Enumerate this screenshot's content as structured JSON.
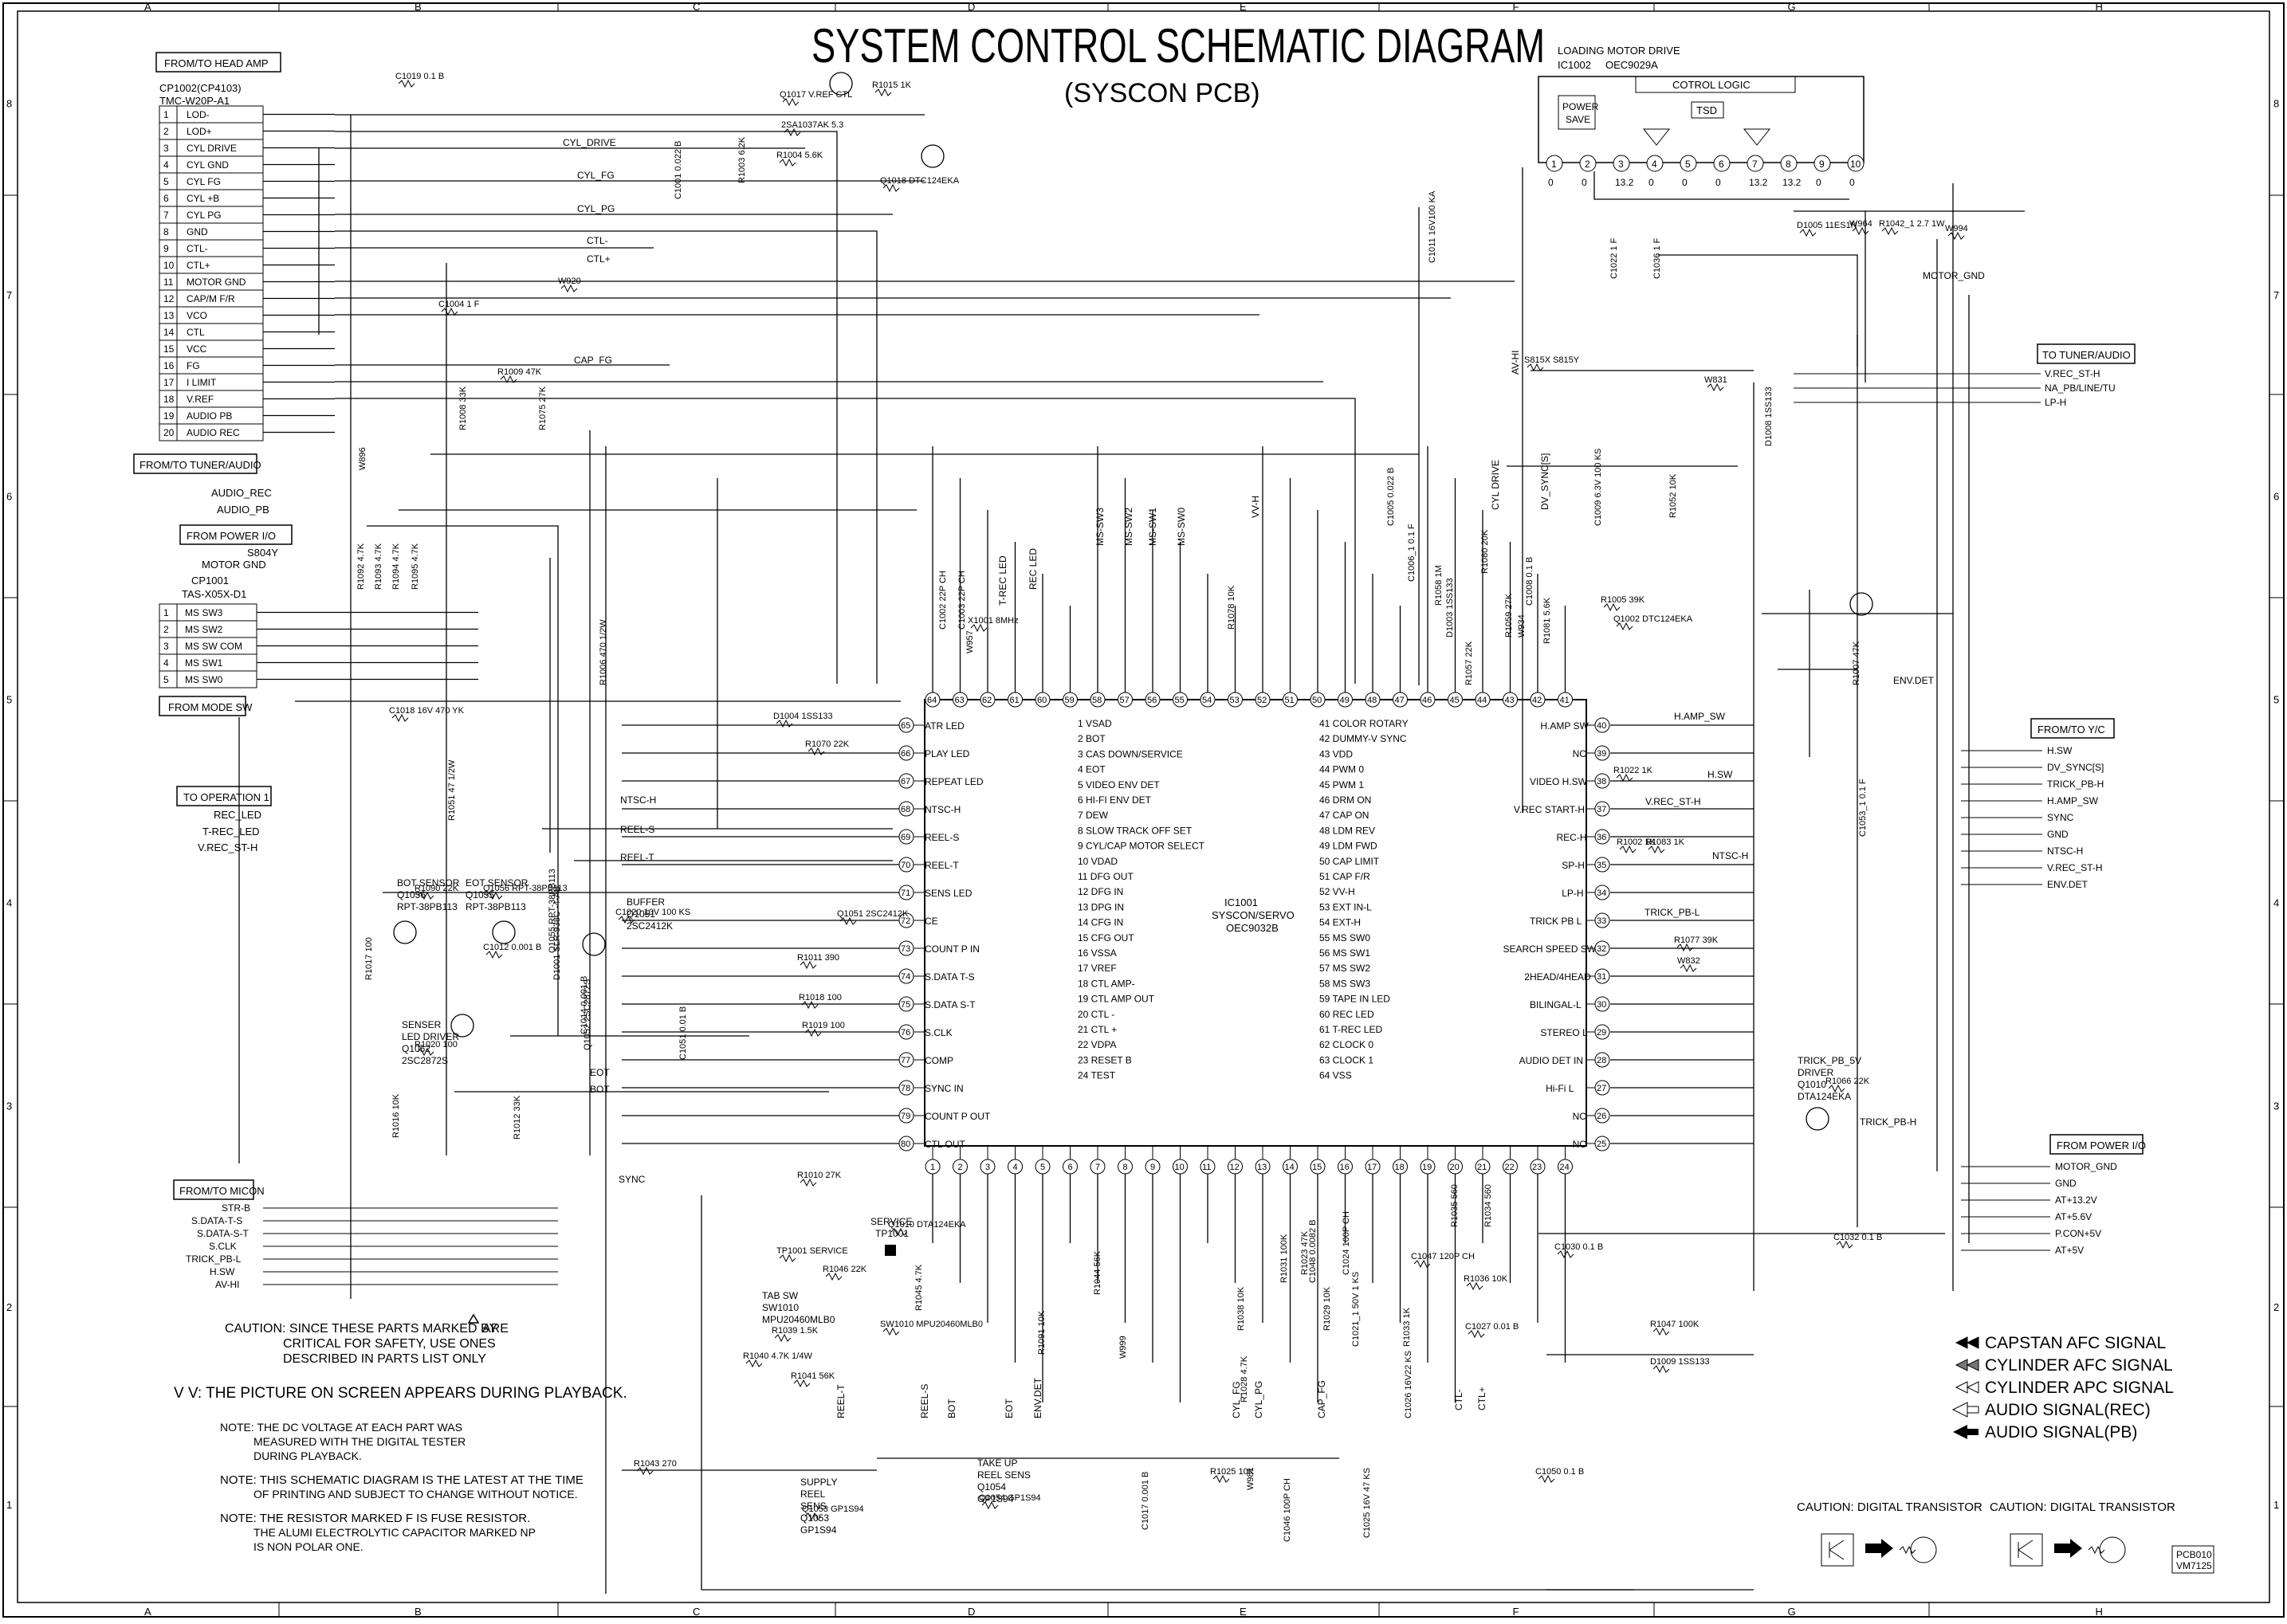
{
  "title": "SYSTEM CONTROL SCHEMATIC DIAGRAM",
  "subtitle": "(SYSCON PCB)",
  "grid": {
    "columns": [
      "A",
      "B",
      "C",
      "D",
      "E",
      "F",
      "G",
      "H"
    ],
    "rows": [
      "8",
      "7",
      "6",
      "5",
      "4",
      "3",
      "2",
      "1"
    ]
  },
  "cp1002": {
    "header": "FROM/TO HEAD AMP",
    "ref": "CP1002(CP4103)",
    "part": "TMC-W20P-A1",
    "pins": [
      {
        "num": "1",
        "name": "LOD-"
      },
      {
        "num": "2",
        "name": "LOD+"
      },
      {
        "num": "3",
        "name": "CYL DRIVE"
      },
      {
        "num": "4",
        "name": "CYL GND"
      },
      {
        "num": "5",
        "name": "CYL FG"
      },
      {
        "num": "6",
        "name": "CYL +B"
      },
      {
        "num": "7",
        "name": "CYL PG"
      },
      {
        "num": "8",
        "name": "GND"
      },
      {
        "num": "9",
        "name": "CTL-"
      },
      {
        "num": "10",
        "name": "CTL+"
      },
      {
        "num": "11",
        "name": "MOTOR GND"
      },
      {
        "num": "12",
        "name": "CAP/M F/R"
      },
      {
        "num": "13",
        "name": "VCO"
      },
      {
        "num": "14",
        "name": "CTL"
      },
      {
        "num": "15",
        "name": "VCC"
      },
      {
        "num": "16",
        "name": "FG"
      },
      {
        "num": "17",
        "name": "I LIMIT"
      },
      {
        "num": "18",
        "name": "V.REF"
      },
      {
        "num": "19",
        "name": "AUDIO PB"
      },
      {
        "num": "20",
        "name": "AUDIO REC"
      }
    ]
  },
  "cp1001": {
    "header": "FROM MODE SW",
    "ref": "CP1001",
    "part": "TAS-X05X-D1",
    "pins": [
      {
        "num": "1",
        "name": "MS SW3"
      },
      {
        "num": "2",
        "name": "MS SW2"
      },
      {
        "num": "3",
        "name": "MS SW COM"
      },
      {
        "num": "4",
        "name": "MS SW1"
      },
      {
        "num": "5",
        "name": "MS SW0"
      }
    ]
  },
  "boxes": {
    "tuner_audio_left": "FROM/TO TUNER/AUDIO",
    "power_io_left": "FROM POWER I/O",
    "operation": "TO OPERATION 1",
    "micon": "FROM/TO MICON",
    "tuner_audio_right": "TO TUNER/AUDIO",
    "yc": "FROM/TO Y/C",
    "power_io_right": "FROM POWER I/O"
  },
  "left_signals": {
    "audio": [
      "AUDIO_REC",
      "AUDIO_PB"
    ],
    "motor": [
      "S804Y",
      "MOTOR GND"
    ],
    "operation": [
      "REC_LED",
      "T-REC_LED",
      "V.REC_ST-H"
    ],
    "micon": [
      "STR-B",
      "S.DATA-T-S",
      "S.DATA-S-T",
      "S.CLK",
      "TRICK_PB-L",
      "H.SW",
      "AV-HI"
    ]
  },
  "right_signals": {
    "tuner": [
      "V.REC_ST-H",
      "NA_PB/LINE/TU",
      "LP-H"
    ],
    "yc": [
      "H.SW",
      "DV_SYNC[S]",
      "TRICK_PB-H",
      "H.AMP_SW",
      "SYNC",
      "GND",
      "NTSC-H",
      "V.REC_ST-H",
      "ENV.DET"
    ],
    "power": [
      "MOTOR_GND",
      "GND",
      "AT+13.2V",
      "AT+5.6V",
      "P.CON+5V",
      "AT+5V"
    ]
  },
  "ic1002": {
    "title": "LOADING MOTOR DRIVE",
    "ref": "IC1002",
    "part": "OEC9029A",
    "logic": "COTROL LOGIC",
    "tsd": "TSD",
    "power_save": [
      "POWER",
      "SAVE"
    ],
    "pins": [
      "1",
      "2",
      "3",
      "4",
      "5",
      "6",
      "7",
      "8",
      "9",
      "10"
    ],
    "voltages": [
      "0",
      "0",
      "13.2",
      "0",
      "0",
      "0",
      "13.2",
      "13.2",
      "0",
      "0"
    ]
  },
  "ic1001": {
    "ref": "IC1001",
    "name": "SYSCON/SERVO",
    "part": "OEC9032B",
    "pin_list_left": [
      "1 VSAD",
      "2 BOT",
      "3 CAS DOWN/SERVICE",
      "4 EOT",
      "5 VIDEO ENV DET",
      "6 HI-FI ENV DET",
      "7 DEW",
      "8 SLOW TRACK OFF SET",
      "9 CYL/CAP MOTOR SELECT",
      "10 VDAD",
      "11 DFG OUT",
      "12 DFG IN",
      "13 DPG IN",
      "14 CFG IN",
      "15 CFG OUT",
      "16 VSSA",
      "17 VREF",
      "18 CTL AMP-",
      "19 CTL AMP OUT",
      "20 CTL -",
      "21 CTL +",
      "22 VDPA",
      "23 RESET B",
      "24 TEST"
    ],
    "pin_list_right": [
      "41 COLOR ROTARY",
      "42 DUMMY-V SYNC",
      "43 VDD",
      "44 PWM 0",
      "45 PWM 1",
      "46 DRM ON",
      "47 CAP ON",
      "48 LDM REV",
      "49 LDM FWD",
      "50 CAP LIMIT",
      "51 CAP F/R",
      "52 VV-H",
      "53 EXT IN-L",
      "54 EXT-H",
      "55 MS SW0",
      "56 MS SW1",
      "57 MS SW2",
      "58 MS SW3",
      "59 TAPE IN LED",
      "60 REC LED",
      "61 T-REC LED",
      "62 CLOCK 0",
      "63 CLOCK 1",
      "64 VSS"
    ],
    "left_pins": [
      {
        "num": "65",
        "name": "ATR LED"
      },
      {
        "num": "66",
        "name": "PLAY LED"
      },
      {
        "num": "67",
        "name": "REPEAT LED"
      },
      {
        "num": "68",
        "name": "NTSC-H"
      },
      {
        "num": "69",
        "name": "REEL-S"
      },
      {
        "num": "70",
        "name": "REEL-T"
      },
      {
        "num": "71",
        "name": "SENS LED"
      },
      {
        "num": "72",
        "name": "CE"
      },
      {
        "num": "73",
        "name": "COUNT P IN"
      },
      {
        "num": "74",
        "name": "S.DATA T-S"
      },
      {
        "num": "75",
        "name": "S.DATA S-T"
      },
      {
        "num": "76",
        "name": "S.CLK"
      },
      {
        "num": "77",
        "name": "COMP"
      },
      {
        "num": "78",
        "name": "SYNC IN"
      },
      {
        "num": "79",
        "name": "COUNT P OUT"
      },
      {
        "num": "80",
        "name": "CTL OUT"
      }
    ],
    "right_pins": [
      {
        "num": "40",
        "name": "H.AMP SW"
      },
      {
        "num": "39",
        "name": "NC"
      },
      {
        "num": "38",
        "name": "VIDEO H.SW"
      },
      {
        "num": "37",
        "name": "V.REC START-H"
      },
      {
        "num": "36",
        "name": "REC-H"
      },
      {
        "num": "35",
        "name": "SP-H"
      },
      {
        "num": "34",
        "name": "LP-H"
      },
      {
        "num": "33",
        "name": "TRICK PB L"
      },
      {
        "num": "32",
        "name": "SEARCH SPEED SW"
      },
      {
        "num": "31",
        "name": "2HEAD/4HEAD"
      },
      {
        "num": "30",
        "name": "BILINGAL-L"
      },
      {
        "num": "29",
        "name": "STEREO L"
      },
      {
        "num": "28",
        "name": "AUDIO DET IN"
      },
      {
        "num": "27",
        "name": "Hi-Fi L"
      },
      {
        "num": "26",
        "name": "NC"
      },
      {
        "num": "25",
        "name": "NC"
      }
    ],
    "top_pins": [
      "64",
      "63",
      "62",
      "61",
      "60",
      "59",
      "58",
      "57",
      "56",
      "55",
      "54",
      "53",
      "52",
      "51",
      "50",
      "49",
      "48",
      "47",
      "46",
      "45",
      "44",
      "43",
      "42",
      "41"
    ],
    "bottom_pins": [
      "1",
      "2",
      "3",
      "4",
      "5",
      "6",
      "7",
      "8",
      "9",
      "10",
      "11",
      "12",
      "13",
      "14",
      "15",
      "16",
      "17",
      "18",
      "19",
      "20",
      "21",
      "22",
      "23",
      "24"
    ]
  },
  "components": [
    {
      "ref": "C1019",
      "value": "0.1 B"
    },
    {
      "ref": "Q1017",
      "value": "V.REF CTL"
    },
    {
      "ref": "R1015",
      "value": "1K"
    },
    {
      "ref": "2SA1037AK",
      "value": "5.3"
    },
    {
      "ref": "R1004",
      "value": "5.6K"
    },
    {
      "ref": "Q1018",
      "value": "DTC124EKA"
    },
    {
      "ref": "C1001",
      "value": "0.022 B"
    },
    {
      "ref": "R1003",
      "value": "6.2K"
    },
    {
      "ref": "C1004",
      "value": "1 F"
    },
    {
      "ref": "W920",
      "value": ""
    },
    {
      "ref": "R1009",
      "value": "47K"
    },
    {
      "ref": "R1008",
      "value": "33K"
    },
    {
      "ref": "R1075",
      "value": "27K"
    },
    {
      "ref": "W896",
      "value": ""
    },
    {
      "ref": "C1011",
      "value": "16V100 KA"
    },
    {
      "ref": "C1022",
      "value": "1 F"
    },
    {
      "ref": "C1036",
      "value": "1 F"
    },
    {
      "ref": "D1005",
      "value": "11ES1N"
    },
    {
      "ref": "W964",
      "value": ""
    },
    {
      "ref": "R1042_1",
      "value": "2.7 1W"
    },
    {
      "ref": "W994",
      "value": ""
    },
    {
      "ref": "S815X",
      "value": "S815Y"
    },
    {
      "ref": "W831",
      "value": ""
    },
    {
      "ref": "D1008",
      "value": "1SS133"
    },
    {
      "ref": "C1005",
      "value": "0.022 B"
    },
    {
      "ref": "C1009",
      "value": "6.3V 100 KS"
    },
    {
      "ref": "R1052",
      "value": "10K"
    },
    {
      "ref": "R1092",
      "value": "4.7K"
    },
    {
      "ref": "R1093",
      "value": "4.7K"
    },
    {
      "ref": "R1094",
      "value": "4.7K"
    },
    {
      "ref": "R1095",
      "value": "4.7K"
    },
    {
      "ref": "C1002",
      "value": "22P CH"
    },
    {
      "ref": "C1003",
      "value": "22P CH"
    },
    {
      "ref": "X1001",
      "value": "8MHz"
    },
    {
      "ref": "W957",
      "value": ""
    },
    {
      "ref": "R1078",
      "value": "10K"
    },
    {
      "ref": "D1003",
      "value": "1SS133"
    },
    {
      "ref": "C1006_1",
      "value": "0.1 F"
    },
    {
      "ref": "R1058",
      "value": "1M"
    },
    {
      "ref": "R1080",
      "value": "20K"
    },
    {
      "ref": "C1008",
      "value": "0.1 B"
    },
    {
      "ref": "R1059",
      "value": "27K"
    },
    {
      "ref": "R1057",
      "value": "22K"
    },
    {
      "ref": "W934",
      "value": ""
    },
    {
      "ref": "R1081",
      "value": "5.6K"
    },
    {
      "ref": "R1005",
      "value": "39K"
    },
    {
      "ref": "Q1002",
      "value": "DTC124EKA"
    },
    {
      "ref": "R1007",
      "value": "47K"
    },
    {
      "ref": "C1018",
      "value": "16V 470 YK"
    },
    {
      "ref": "R1006",
      "value": "470 1/2W"
    },
    {
      "ref": "R1051",
      "value": "47 1/2W"
    },
    {
      "ref": "D1004",
      "value": "1SS133"
    },
    {
      "ref": "R1070",
      "value": "22K"
    },
    {
      "ref": "R1090",
      "value": "22K"
    },
    {
      "ref": "Q1056",
      "value": "RPT-38PB113"
    },
    {
      "ref": "Q1055",
      "value": "RPT-38PB113"
    },
    {
      "ref": "C1020",
      "value": "10V 100 KS"
    },
    {
      "ref": "Q1051",
      "value": "2SC2412K"
    },
    {
      "ref": "R1017",
      "value": "100"
    },
    {
      "ref": "C1012",
      "value": "0.001 B"
    },
    {
      "ref": "D1001",
      "value": "SLR-938C -4-AB"
    },
    {
      "ref": "C1014",
      "value": "0.001 B"
    },
    {
      "ref": "R1011",
      "value": "390"
    },
    {
      "ref": "R1018",
      "value": "100"
    },
    {
      "ref": "R1019",
      "value": "100"
    },
    {
      "ref": "R1020",
      "value": "100"
    },
    {
      "ref": "Q1052",
      "value": "2SC2872S"
    },
    {
      "ref": "C1051",
      "value": "0.01 B"
    },
    {
      "ref": "R1016",
      "value": "10K"
    },
    {
      "ref": "R1012",
      "value": "33K"
    },
    {
      "ref": "R1010",
      "value": "27K"
    },
    {
      "ref": "R1022",
      "value": "1K"
    },
    {
      "ref": "R1002",
      "value": "1K"
    },
    {
      "ref": "R1083",
      "value": "1K"
    },
    {
      "ref": "C1053_1",
      "value": "0.1 F"
    },
    {
      "ref": "R1077",
      "value": "39K"
    },
    {
      "ref": "W832",
      "value": ""
    },
    {
      "ref": "R1066",
      "value": "22K"
    },
    {
      "ref": "Q1010",
      "value": "DTA124EKA"
    },
    {
      "ref": "TP1001",
      "value": "SERVICE"
    },
    {
      "ref": "R1046",
      "value": "22K"
    },
    {
      "ref": "R1045",
      "value": "4.7K"
    },
    {
      "ref": "R1039",
      "value": "1.5K"
    },
    {
      "ref": "SW1010",
      "value": "MPU20460MLB0"
    },
    {
      "ref": "R1040",
      "value": "4.7K 1/4W"
    },
    {
      "ref": "R1041",
      "value": "56K"
    },
    {
      "ref": "R1044",
      "value": "56K"
    },
    {
      "ref": "R1091",
      "value": "10K"
    },
    {
      "ref": "W999",
      "value": ""
    },
    {
      "ref": "R1023",
      "value": "47K"
    },
    {
      "ref": "R1031",
      "value": "100K"
    },
    {
      "ref": "C1048",
      "value": "0.0082 B"
    },
    {
      "ref": "C1024",
      "value": "100P CH"
    },
    {
      "ref": "R1038",
      "value": "10K"
    },
    {
      "ref": "R1029",
      "value": "10K"
    },
    {
      "ref": "R1028",
      "value": "4.7K"
    },
    {
      "ref": "C1021_1",
      "value": "50V 1 KS"
    },
    {
      "ref": "C1047",
      "value": "120P CH"
    },
    {
      "ref": "R1035",
      "value": "560"
    },
    {
      "ref": "R1034",
      "value": "560"
    },
    {
      "ref": "R1036",
      "value": "10K"
    },
    {
      "ref": "C1027",
      "value": "0.01 B"
    },
    {
      "ref": "R1033",
      "value": "1K"
    },
    {
      "ref": "C1026",
      "value": "16V22 KS"
    },
    {
      "ref": "C1030",
      "value": "0.1 B"
    },
    {
      "ref": "C1032",
      "value": "0.1 B"
    },
    {
      "ref": "R1047",
      "value": "100K"
    },
    {
      "ref": "D1009",
      "value": "1SS133"
    },
    {
      "ref": "R1025",
      "value": "10K"
    },
    {
      "ref": "W981",
      "value": ""
    },
    {
      "ref": "R1043",
      "value": "270"
    },
    {
      "ref": "Q1053",
      "value": "GP1S94"
    },
    {
      "ref": "Q1054",
      "value": "GP1S94"
    },
    {
      "ref": "C1017",
      "value": "0.001 B"
    },
    {
      "ref": "C1046",
      "value": "100P CH"
    },
    {
      "ref": "C1025",
      "value": "16V 47 KS"
    },
    {
      "ref": "C1050",
      "value": "0.1 B"
    }
  ],
  "net_labels": [
    "CYL_DRIVE",
    "CYL_FG",
    "CYL_PG",
    "CTL-",
    "CTL+",
    "CAP_FG",
    "NTSC-H",
    "REEL-S",
    "REEL-T",
    "EOT",
    "BOT",
    "SYNC",
    "MOTOR_GND",
    "AV-HI",
    "VV-H",
    "CYL DRIVE",
    "DV_SYNC[S]",
    "MS-SW3",
    "MS-SW2",
    "MS-SW1",
    "MS-SW0",
    "T-REC LED",
    "REC LED",
    "H.AMP_SW",
    "H.SW",
    "V.REC_ST-H",
    "TRICK_PB-L",
    "TRICK_PB-H",
    "ENV.DET",
    "NTSC-H",
    "CYL_FG",
    "CYL_PG",
    "CAP_FG",
    "CTL-",
    "CTL+",
    "REEL-S",
    "BOT",
    "EOT",
    "ENV.DET",
    "REEL-T"
  ],
  "sensors": {
    "bot": [
      "BOT SENSOR",
      "Q1056",
      "RPT-38PB113"
    ],
    "eot": [
      "EOT SENSOR",
      "Q1055",
      "RPT-38PB113"
    ],
    "buffer": [
      "BUFFER",
      "Q1051",
      "2SC2412K"
    ],
    "senser": [
      "SENSER",
      "LED DRIVER",
      "Q1052",
      "2SC2872S"
    ],
    "supply": [
      "SUPPLY",
      "REEL",
      "SENS",
      "Q1053",
      "GP1S94"
    ],
    "takeup": [
      "TAKE UP",
      "REEL SENS",
      "Q1054",
      "GP1S94"
    ],
    "trick": [
      "TRICK_PB_5V",
      "DRIVER",
      "Q1010",
      "DTA124EKA"
    ],
    "tab": [
      "TAB SW",
      "SW1010",
      "MPU20460MLB0"
    ]
  },
  "legend": [
    {
      "label": "CAPSTAN AFC SIGNAL",
      "kind": "double-filled"
    },
    {
      "label": "CYLINDER AFC SIGNAL",
      "kind": "double-gray"
    },
    {
      "label": "CYLINDER APC SIGNAL",
      "kind": "double-open"
    },
    {
      "label": "AUDIO SIGNAL(REC)",
      "kind": "open-arrow"
    },
    {
      "label": "AUDIO SIGNAL(PB)",
      "kind": "filled-arrow"
    }
  ],
  "caution_left": [
    "CAUTION:  SINCE THESE PARTS MARKED BY",
    "ARE",
    "CRITICAL FOR SAFETY, USE ONES",
    "DESCRIBED IN PARTS LIST ONLY"
  ],
  "vv_note": "V V: THE PICTURE ON SCREEN APPEARS DURING PLAYBACK.",
  "notes": [
    [
      "NOTE: THE DC VOLTAGE AT EACH PART WAS",
      "MEASURED WITH THE DIGITAL TESTER",
      "DURING PLAYBACK."
    ],
    [
      "NOTE: THIS SCHEMATIC DIAGRAM IS THE LATEST AT THE TIME",
      "OF PRINTING AND SUBJECT TO CHANGE WITHOUT NOTICE."
    ],
    [
      "NOTE: THE RESISTOR MARKED F IS FUSE RESISTOR.",
      "THE ALUMI ELECTROLYTIC CAPACITOR MARKED NP",
      "IS NON POLAR ONE."
    ]
  ],
  "digital_caution": [
    "CAUTION: DIGITAL TRANSISTOR",
    "CAUTION: DIGITAL TRANSISTOR"
  ],
  "pcb_code": [
    "PCB010",
    "VM7125"
  ]
}
